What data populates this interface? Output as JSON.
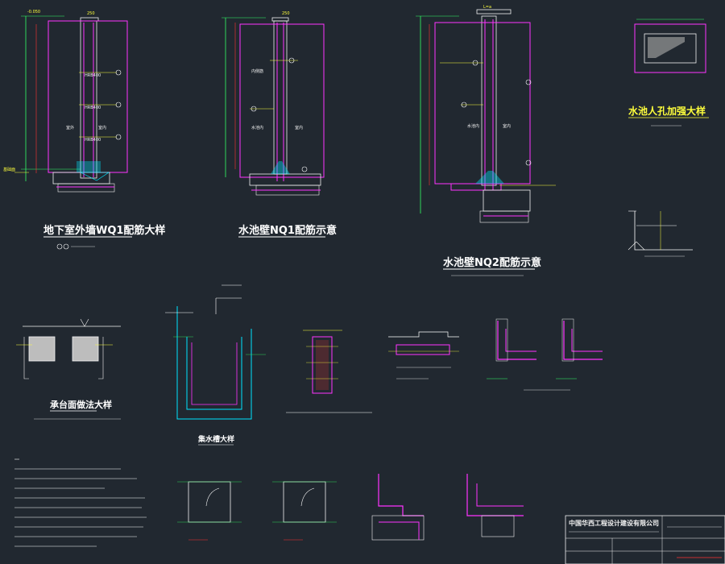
{
  "details": {
    "wall_q1_title": "地下室外墙WQ1配筋大样",
    "pool_nq1_title": "水池壁NQ1配筋示意",
    "pool_nq2_title": "水池壁NQ2配筋示意",
    "manhole_title": "水池人孔加强大样",
    "pit_title": "集水槽大样",
    "cap_title": "承台面做法大样"
  },
  "title_block": {
    "company": "中国华西工程设计建设有限公司"
  },
  "colors": {
    "background": "#212830",
    "concrete": "#f2f2f2",
    "rebar": "#ff33ff",
    "dimension": "#33ff66",
    "annotation": "#ffff3c",
    "hatch": "#00e5ff",
    "red": "#ff3333"
  }
}
